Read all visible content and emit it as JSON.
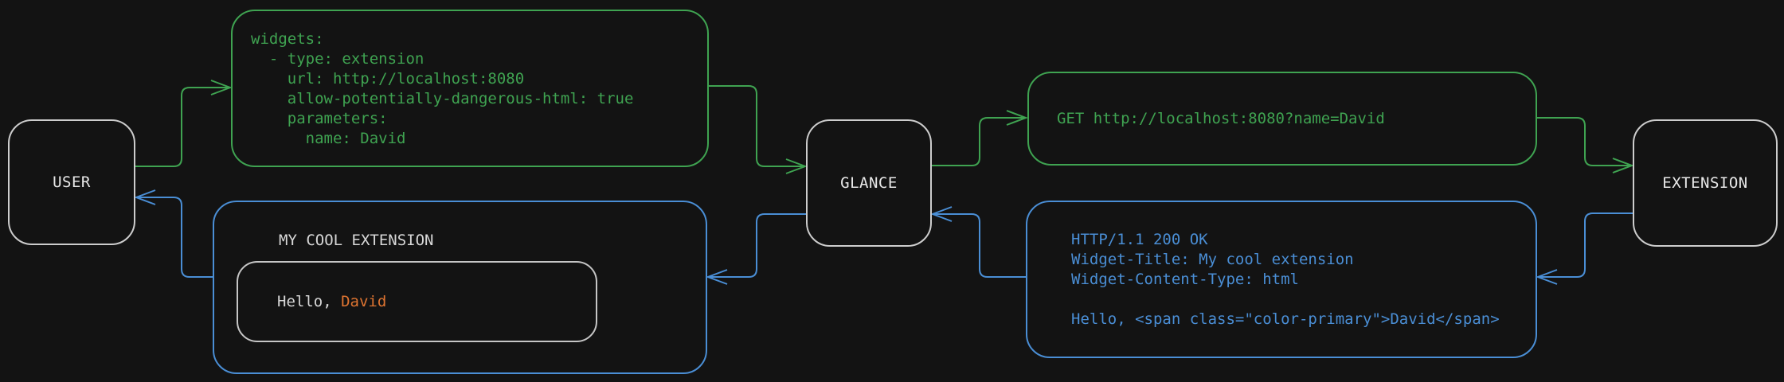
{
  "diagram": {
    "nodes": {
      "user": {
        "label": "USER"
      },
      "glance": {
        "label": "GLANCE"
      },
      "extension": {
        "label": "EXTENSION"
      }
    },
    "config_box": {
      "lines": [
        "widgets:",
        "  - type: extension",
        "    url: http://localhost:8080",
        "    allow-potentially-dangerous-html: true",
        "    parameters:",
        "      name: David"
      ]
    },
    "request_box": {
      "text": "GET http://localhost:8080?name=David"
    },
    "response_box": {
      "lines": [
        "HTTP/1.1 200 OK",
        "Widget-Title: My cool extension",
        "Widget-Content-Type: html",
        "",
        "Hello, <span class=\"color-primary\">David</span>"
      ]
    },
    "widget_box": {
      "title": "MY COOL EXTENSION",
      "hello_prefix": "Hello, ",
      "hello_name": "David"
    },
    "colors": {
      "green": "#3FA351",
      "blue": "#4A8ED5",
      "orange": "#DE7431",
      "node_border": "#CDCDCD",
      "background": "#131313"
    }
  }
}
